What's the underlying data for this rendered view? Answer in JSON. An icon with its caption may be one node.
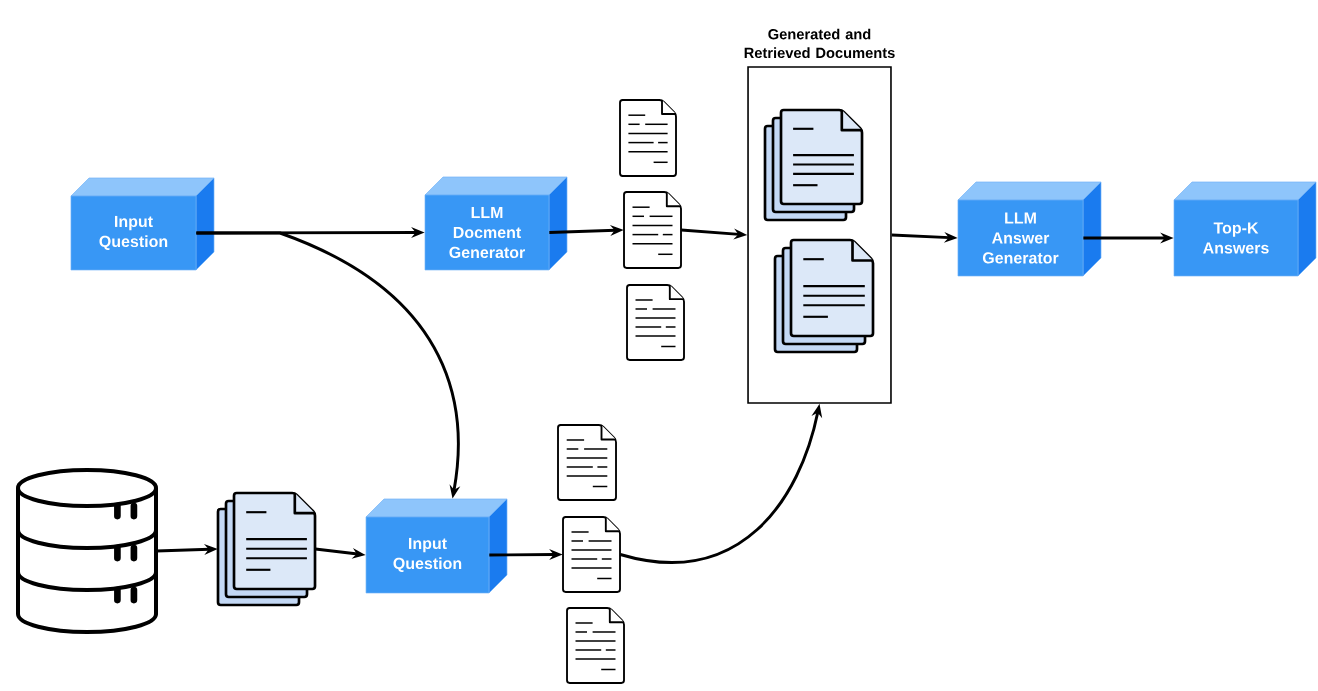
{
  "diagram": {
    "nodes": [
      {
        "text": [
          "Input Question"
        ]
      },
      {
        "text": [
          "LLM Docment Generator"
        ]
      },
      {
        "text": [],
        "shape": "document"
      },
      {
        "text": [],
        "shape": "document"
      },
      {
        "text": [],
        "shape": "document"
      },
      {
        "text": [
          "Generated and Retrieved Documents"
        ]
      },
      {
        "text": [],
        "shape": "documents",
        "in": 5
      },
      {
        "text": [],
        "shape": "documents",
        "in": 5
      },
      {
        "text": [
          "LLM Answer Generator"
        ]
      },
      {
        "text": [
          "Top-K Answers"
        ]
      },
      {
        "text": [],
        "shape": "cylinder"
      },
      {
        "text": [],
        "shape": "documents"
      },
      {
        "text": [
          "Input Question"
        ]
      },
      {
        "text": [],
        "shape": "document"
      },
      {
        "text": [],
        "shape": "document"
      },
      {
        "text": [],
        "shape": "document"
      }
    ],
    "edges": [
      {
        "from": 0,
        "to": 1,
        "arrow": "to"
      },
      {
        "from": 0,
        "to": 12,
        "arrow": "to"
      },
      {
        "from": 1,
        "to": 3,
        "arrow": "to"
      },
      {
        "from": 3,
        "to": 5,
        "arrow": "to"
      },
      {
        "from": 5,
        "to": 8,
        "arrow": "to"
      },
      {
        "from": 8,
        "to": 9,
        "arrow": "to"
      },
      {
        "from": 10,
        "to": 11,
        "arrow": "to"
      },
      {
        "from": 11,
        "to": 12,
        "arrow": "to"
      },
      {
        "from": 12,
        "to": 14,
        "arrow": "to"
      },
      {
        "from": 14,
        "to": 5,
        "arrow": "to"
      }
    ]
  }
}
